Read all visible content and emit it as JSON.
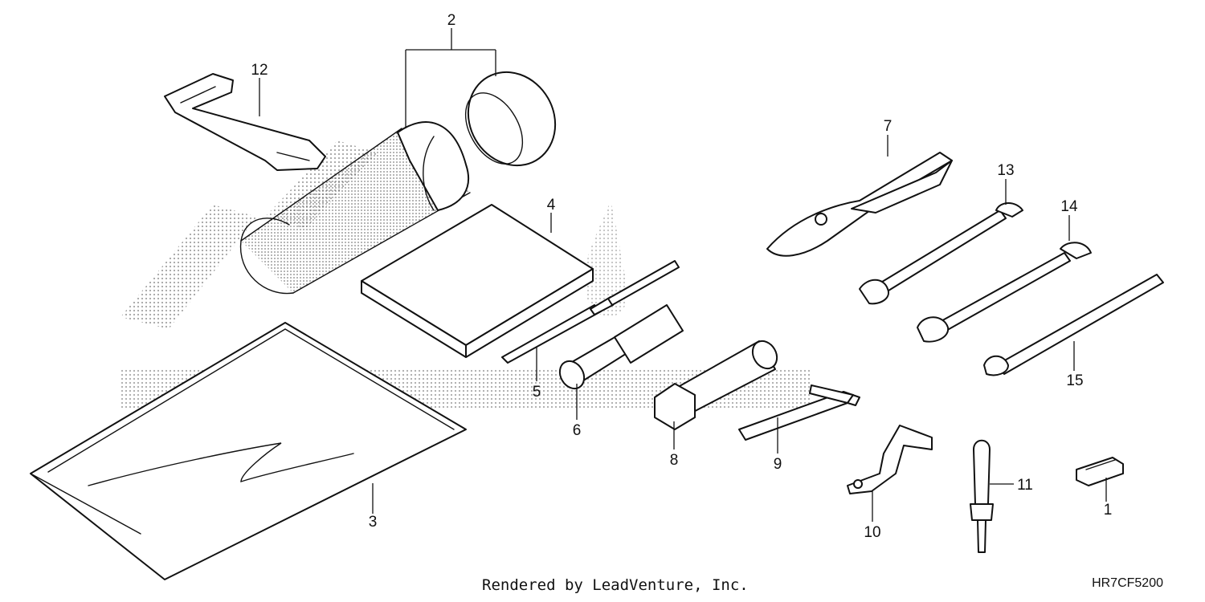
{
  "diagram": {
    "callouts": [
      "1",
      "2",
      "3",
      "4",
      "5",
      "6",
      "7",
      "8",
      "9",
      "10",
      "11",
      "12",
      "13",
      "14",
      "15"
    ],
    "footer_credit": "Rendered by LeadVenture, Inc.",
    "diagram_code": "HR7CF5200"
  }
}
